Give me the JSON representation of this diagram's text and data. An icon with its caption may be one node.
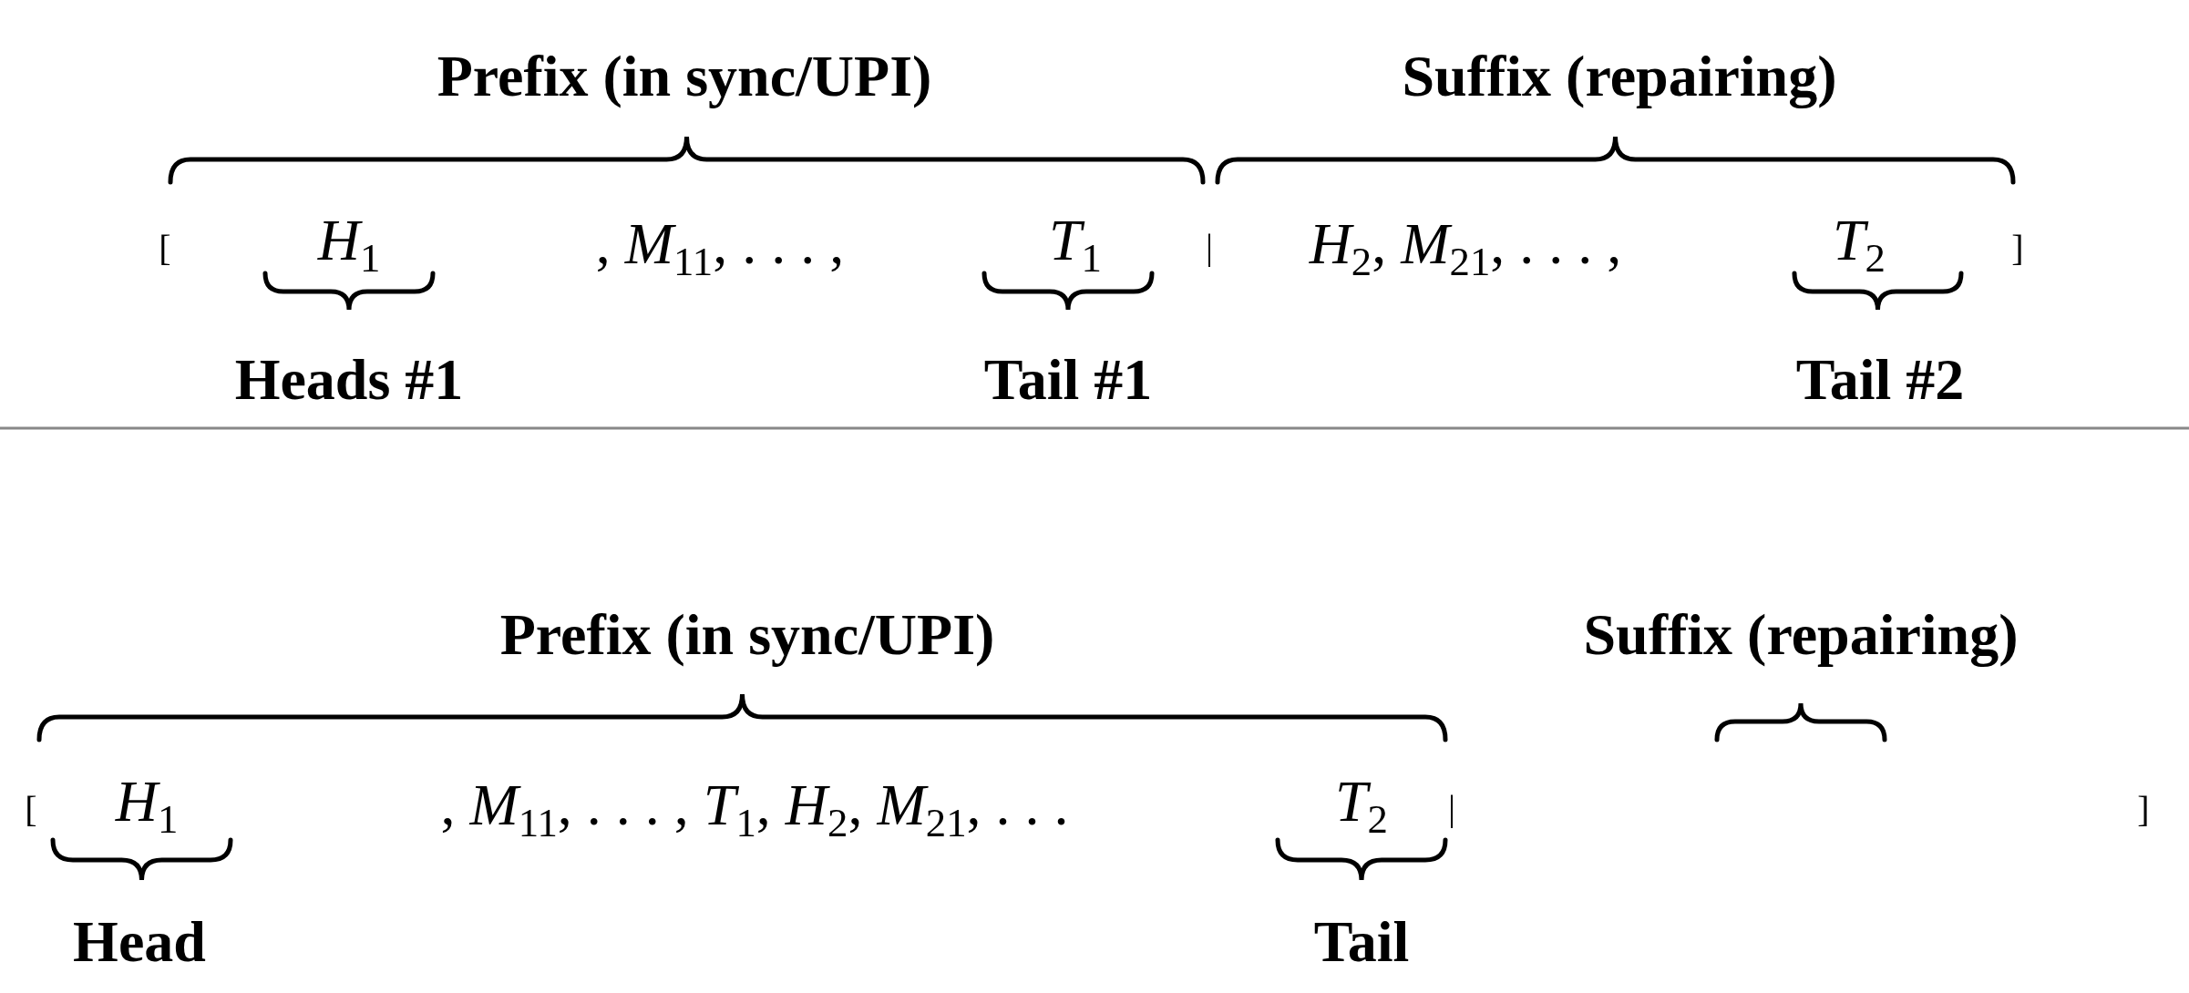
{
  "diagram": {
    "labels": [
      "Prefix (in sync/UPI)",
      "Suffix (repairing)",
      "[",
      "*H*$_{1}$",
      ", *M*$_{11}$, . . . ,",
      "*T*$_{1}$",
      "|",
      "*H*$_{2}$, *M*$_{21}$, . . . ,",
      "*T*$_{2}$",
      "]",
      "Heads #1",
      "Tail #1",
      "Tail #2",
      "Prefix (in sync/UPI)",
      "Suffix (repairing)",
      "[",
      "*H*$_{1}$",
      ", *M*$_{11}$, . . . , *T*$_{1}$, *H*$_{2}$, *M*$_{21}$, . . .",
      "*T*$_{2}$",
      "|",
      "]",
      "Head",
      "Tail"
    ]
  }
}
